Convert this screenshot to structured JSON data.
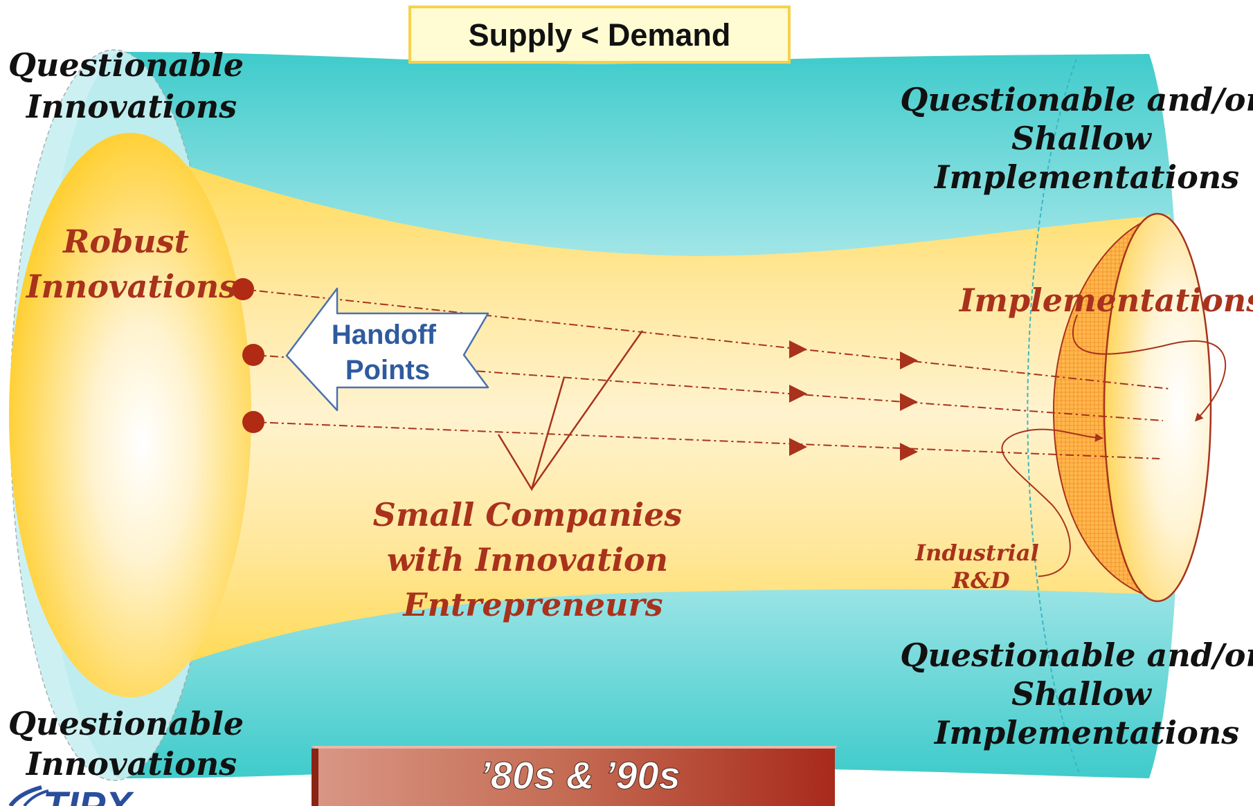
{
  "header": {
    "label": "Supply < Demand"
  },
  "funnel": {
    "top_left_label": [
      "Questionable",
      "Innovations"
    ],
    "bottom_left_label": [
      "Questionable",
      "Innovations"
    ],
    "source_label": [
      "Robust",
      "Innovations"
    ],
    "top_right_label": [
      "Questionable and/or",
      "Shallow",
      "Implementations"
    ],
    "bottom_right_label": [
      "Questionable and/or",
      "Shallow",
      "Implementations"
    ],
    "target_label": "Implementations",
    "rd_label": [
      "Industrial",
      "R&D"
    ],
    "handoff_label": [
      "Handoff",
      "Points"
    ],
    "companies_label": [
      "Small Companies",
      "with Innovation",
      "Entrepreneurs"
    ]
  },
  "era_banner": {
    "label": "’80s & ’90s"
  },
  "logo": {
    "text": "TIPX"
  },
  "colors": {
    "teal": "#3fcbcb",
    "yellow": "#ffd84a",
    "dark_red": "#a8321c",
    "blue_text": "#2f5a9e",
    "banner_red": "#a82a1c"
  }
}
